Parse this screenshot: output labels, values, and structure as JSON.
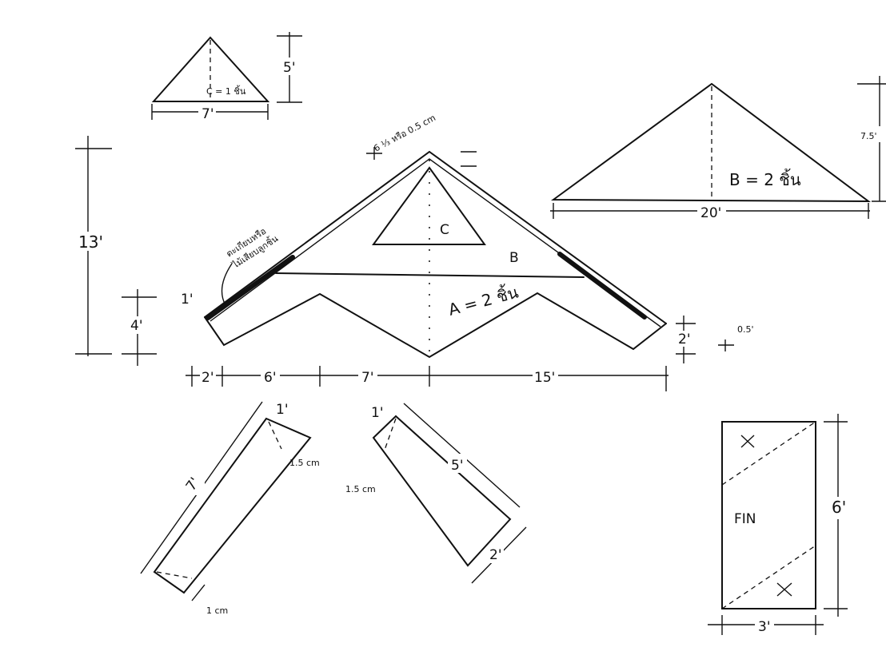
{
  "triangle_c": {
    "label": "C = 1 ชิ้น",
    "width": "7'",
    "height": "5'"
  },
  "triangle_b": {
    "label": "B = 2 ชิ้น",
    "width": "20'",
    "height": "7.5'"
  },
  "main_glider": {
    "ridge_note": "6 ⅓ หรือ 0.5 cm",
    "stick_note_line1": "ตะเกียบหรือ",
    "stick_note_line2": "ไม้เสียบลูกชิ้น",
    "stick_offset": "1'",
    "part_c": "C",
    "part_b": "B",
    "part_a": "A = 2 ชิ้น",
    "overall_height": "13'",
    "wing_height": "4'",
    "tip_height": "2'",
    "tip_offset": "0.5'",
    "widths": [
      "2'",
      "6'",
      "7'",
      "15'"
    ]
  },
  "left_strip": {
    "length": "7'",
    "end": "1'",
    "thickness_top": "1.5 cm",
    "thickness_bottom": "1 cm"
  },
  "right_strip": {
    "length": "5'",
    "end": "1'",
    "thickness": "1.5 cm",
    "bottom": "2'"
  },
  "fin": {
    "label": "FIN",
    "height": "6'",
    "width": "3'"
  }
}
